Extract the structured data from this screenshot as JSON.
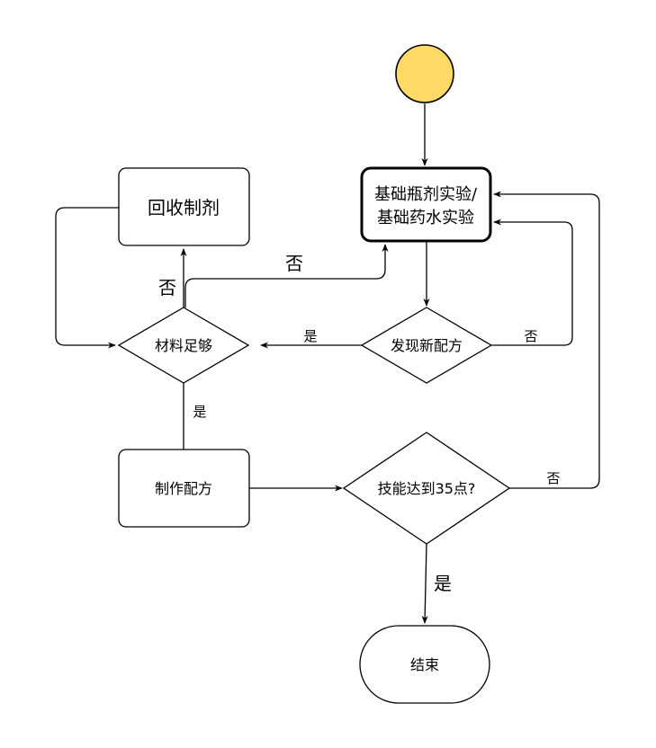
{
  "colors": {
    "start_fill": "#FFD966",
    "start_stroke": "#000000",
    "stroke": "#000000",
    "background": "#FFFFFF"
  },
  "nodes": {
    "basic_experiment": {
      "line1": "基础瓶剂实验/",
      "line2": "基础药水实验"
    },
    "recycle": "回收制剂",
    "materials_enough": "材料足够",
    "new_recipe": "发现新配方",
    "make_recipe": "制作配方",
    "skill_check": "技能达到35点?",
    "end": "结束"
  },
  "edges": {
    "materials_no": "否",
    "materials_no_to_experiment": "否",
    "new_recipe_yes": "是",
    "new_recipe_no": "否",
    "materials_yes": "是",
    "skill_no": "否",
    "skill_yes": "是"
  }
}
